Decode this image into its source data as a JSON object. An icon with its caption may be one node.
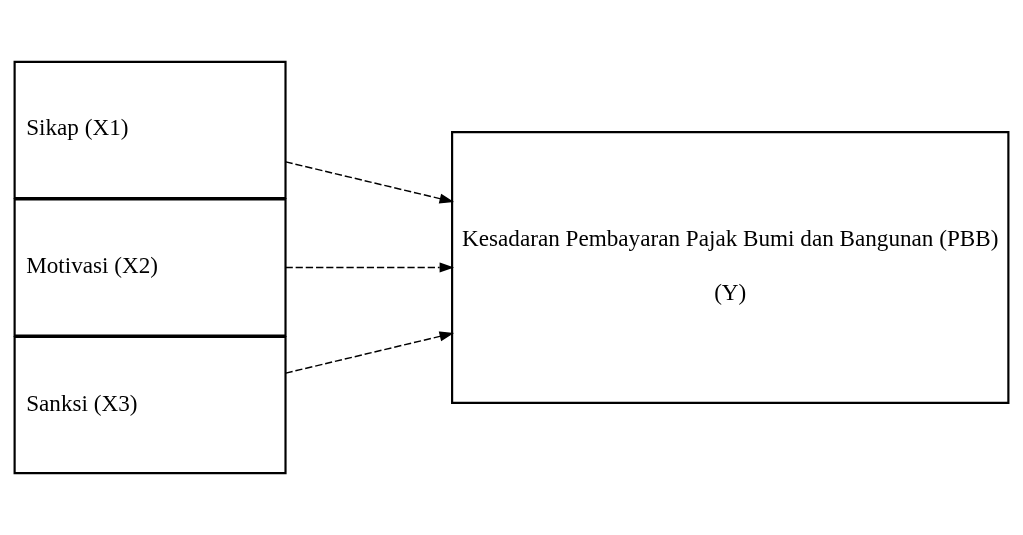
{
  "diagram": {
    "nodes": [
      {
        "text": [
          "Sikap (X1)"
        ]
      },
      {
        "text": [
          "Motivasi (X2)"
        ]
      },
      {
        "text": [
          "Sanksi (X3)"
        ]
      },
      {
        "text": [
          "Kesadaran Pembayaran Pajak Bumi dan Bangunan (PBB)",
          "(Y)"
        ]
      }
    ],
    "edges": [
      {
        "from": 0,
        "to": 3,
        "arrow": "to",
        "style": "dashed"
      },
      {
        "from": 1,
        "to": 3,
        "arrow": "to",
        "style": "dashed"
      },
      {
        "from": 2,
        "to": 3,
        "arrow": "to",
        "style": "dashed"
      }
    ]
  }
}
